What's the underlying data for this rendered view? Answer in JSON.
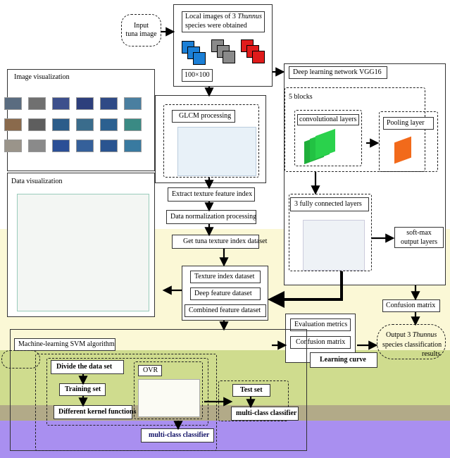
{
  "input": {
    "line1": "Input",
    "line2": "tuna image"
  },
  "local_images": {
    "line1_prefix": "Local images of 3 ",
    "line1_italic": "Thunnus",
    "line2": "species were obtained",
    "size": "100×100"
  },
  "image_vis": {
    "title": "Image visualization"
  },
  "glcm": {
    "title": "GLCM processing"
  },
  "extract": "Extract texture feature index",
  "normalize": "Data normalization processing",
  "data_vis": {
    "title": "Data visualization"
  },
  "get_dataset": "Get tuna texture index dataset",
  "datasets": {
    "texture": "Texture index dataset",
    "deep": "Deep feature dataset",
    "combined": "Combined feature dataset"
  },
  "vgg": {
    "title": "Deep learning network VGG16",
    "blocks": "5 blocks",
    "conv": "convolutional layers",
    "pool": "Pooling layer",
    "fc": "3 fully connected layers",
    "softmax_l1": "soft-max",
    "softmax_l2": "output layers"
  },
  "confusion_top": "Confusion matrix",
  "output": {
    "line1_prefix": "Output 3 ",
    "line1_italic": "Thunnus",
    "line2": "species classification",
    "line3": "results"
  },
  "evaluation": {
    "title": "Evaluation metrics",
    "confusion": "Confusion matrix",
    "learning": "Learning curve"
  },
  "svm": {
    "title": "Machine-learning SVM algorithm",
    "divide": "Divide the data set",
    "train": "Training set",
    "kernel": "Different kernel functions",
    "ovr": "OVR",
    "test": "Test set",
    "mcc_right": "multi-class classifier",
    "mcc_bottom": "multi-class classifier"
  },
  "colors": {
    "band_yellow": "#fbf8d6",
    "band_green": "#cfdc8e",
    "band_olive": "#b2aa88",
    "band_purple": "#a98ff0",
    "conv_green": "#1fae3a",
    "pool_orange": "#f26a1b",
    "blue": "#1b7fd6",
    "gray": "#8a8a8a",
    "red": "#e01b1b"
  }
}
